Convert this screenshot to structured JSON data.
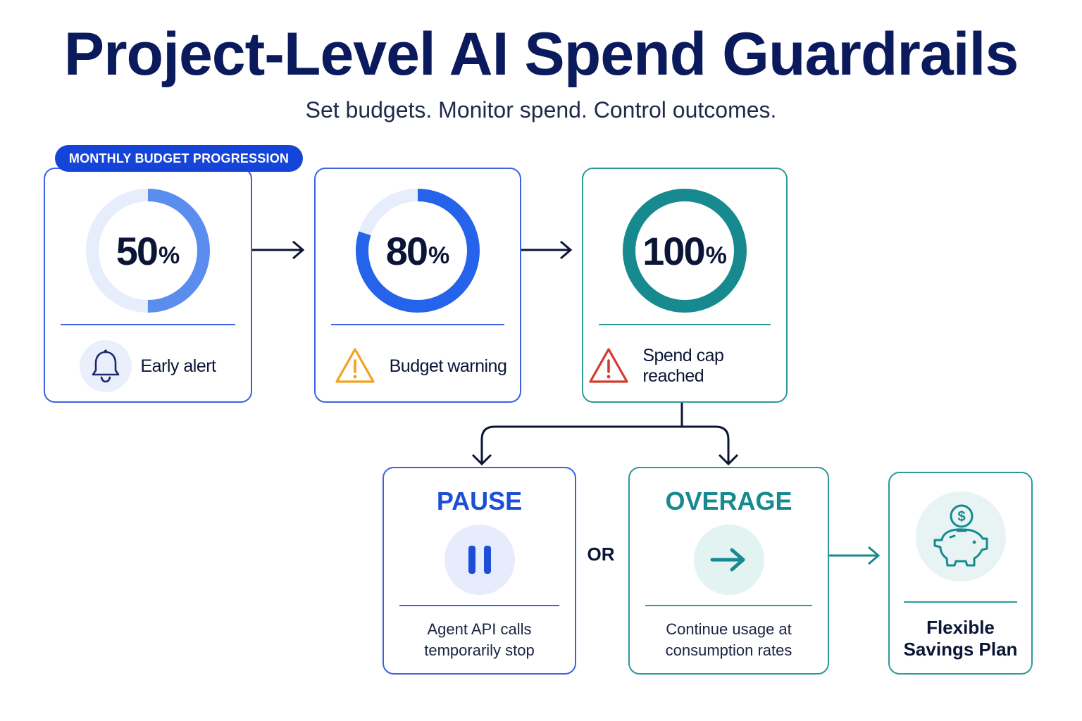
{
  "header": {
    "title": "Project-Level AI Spend Guardrails",
    "subtitle": "Set budgets. Monitor spend. Control outcomes."
  },
  "section_label": "MONTHLY BUDGET PROGRESSION",
  "thresholds": [
    {
      "value": "50",
      "unit": "%",
      "fill_fraction": 0.5,
      "color": "#5b8def",
      "status": "Early alert",
      "icon": "bell-icon"
    },
    {
      "value": "80",
      "unit": "%",
      "fill_fraction": 0.8,
      "color": "#2563eb",
      "status": "Budget warning",
      "icon": "warning-icon",
      "icon_color": "#f2a21e"
    },
    {
      "value": "100",
      "unit": "%",
      "fill_fraction": 1.0,
      "color": "#168a8f",
      "status": "Spend cap reached",
      "icon": "alert-icon",
      "icon_color": "#d63a2f"
    }
  ],
  "outcomes": {
    "pause": {
      "title": "PAUSE",
      "icon": "pause-icon",
      "color": "#1d4ed8",
      "description_line1": "Agent API calls",
      "description_line2": "temporarily stop"
    },
    "separator": "OR",
    "overage": {
      "title": "OVERAGE",
      "icon": "arrow-right-icon",
      "color": "#168a8f",
      "description_line1": "Continue usage at",
      "description_line2": "consumption rates"
    }
  },
  "plan": {
    "icon": "piggy-bank-icon",
    "title_line1": "Flexible",
    "title_line2": "Savings Plan"
  },
  "colors": {
    "navy": "#0b1a5c",
    "blue": "#1544d9",
    "teal": "#168a8f",
    "amber": "#f2a21e",
    "red": "#d63a2f"
  }
}
